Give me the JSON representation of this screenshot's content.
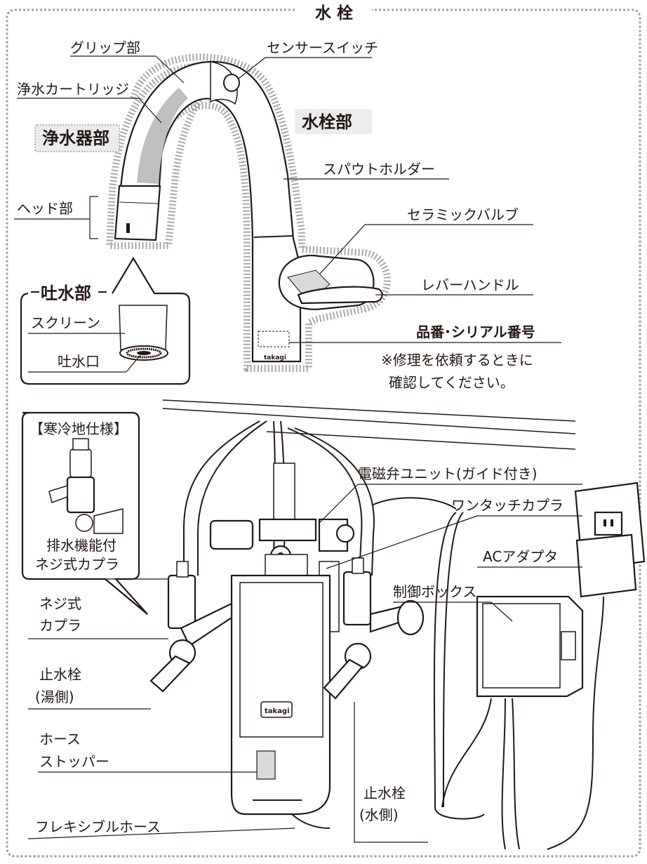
{
  "title": "水 栓",
  "faucet": {
    "labels": {
      "grip": "グリップ部",
      "sensor_switch": "センサースイッチ",
      "cartridge": "浄水カートリッジ",
      "purifier_section": "浄水器部",
      "faucet_section": "水栓部",
      "spout_holder": "スパウトホルダー",
      "head": "ヘッド部",
      "ceramic_valve": "セラミックバルブ",
      "outlet_section": "吐水部",
      "lever_handle": "レバーハンドル",
      "screen": "スクリーン",
      "serial": "品番･シリアル番号",
      "outlet": "吐水口",
      "serial_note_1": "※修理を依頼するときに",
      "serial_note_2": "確認してください。",
      "brand": "takagi"
    }
  },
  "installation": {
    "cold_region": {
      "title": "【寒冷地仕様】",
      "caption_1": "排水機能付",
      "caption_2": "ネジ式カプラ"
    },
    "labels": {
      "solenoid": "電磁弁ユニット(ガイド付き)",
      "one_touch": "ワンタッチカプラ",
      "ac_adapter": "ACアダプタ",
      "control_box": "制御ボックス",
      "screw_coupler_1": "ネジ式",
      "screw_coupler_2": "カプラ",
      "hot_valve_1": "止水栓",
      "hot_valve_2": "(湯側)",
      "hose_stopper_1": "ホース",
      "hose_stopper_2": "ストッパー",
      "cold_valve_1": "止水栓",
      "cold_valve_2": "(水側)",
      "flex_hose": "フレキシブルホース",
      "brand": "takagi"
    }
  },
  "colors": {
    "ink": "#231815",
    "cartridge_gray": "#bfbfbf",
    "section_gray": "#9e9e9e",
    "tag_bg": "#ececec",
    "frame": "#9e9e9e"
  }
}
